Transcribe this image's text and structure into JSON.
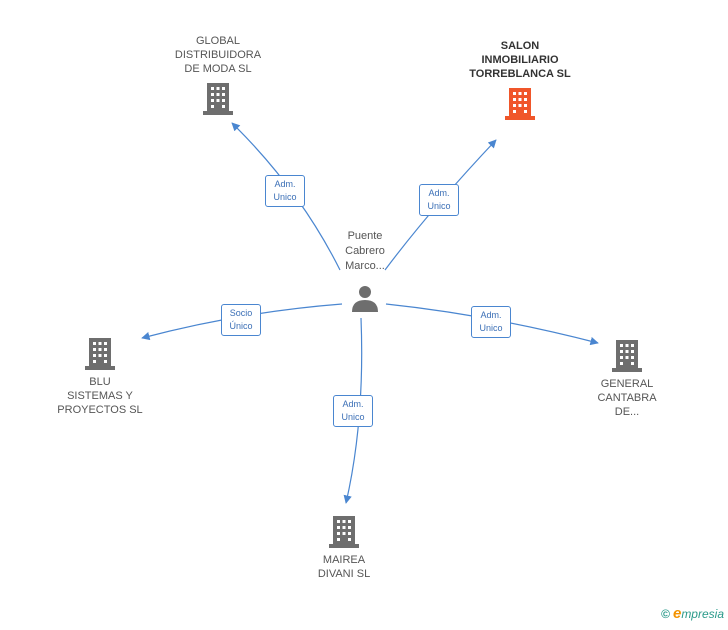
{
  "center": {
    "label": "Puente\nCabrero\nMarco..."
  },
  "companies": {
    "global": {
      "label": "GLOBAL\nDISTRIBUIDORA\nDE MODA SL"
    },
    "salon": {
      "label": "SALON\nINMOBILIARIO\nTORREBLANCA SL"
    },
    "blu": {
      "label": "BLU\nSISTEMAS Y\nPROYECTOS  SL"
    },
    "general": {
      "label": "GENERAL\nCANTABRA\nDE..."
    },
    "mairea": {
      "label": "MAIREA\nDIVANI SL"
    }
  },
  "roles": {
    "global": "Adm.\nUnico",
    "salon": "Adm.\nUnico",
    "blu": "Socio\nÚnico",
    "general": "Adm.\nUnico",
    "mairea": "Adm.\nUnico"
  },
  "footer": {
    "copyright": "©",
    "brand_initial": "e",
    "brand_rest": "mpresia"
  },
  "colors": {
    "edge": "#4a86d0",
    "building": "#6e6e6e",
    "highlight": "#f0562a",
    "person": "#6e6e6e"
  }
}
